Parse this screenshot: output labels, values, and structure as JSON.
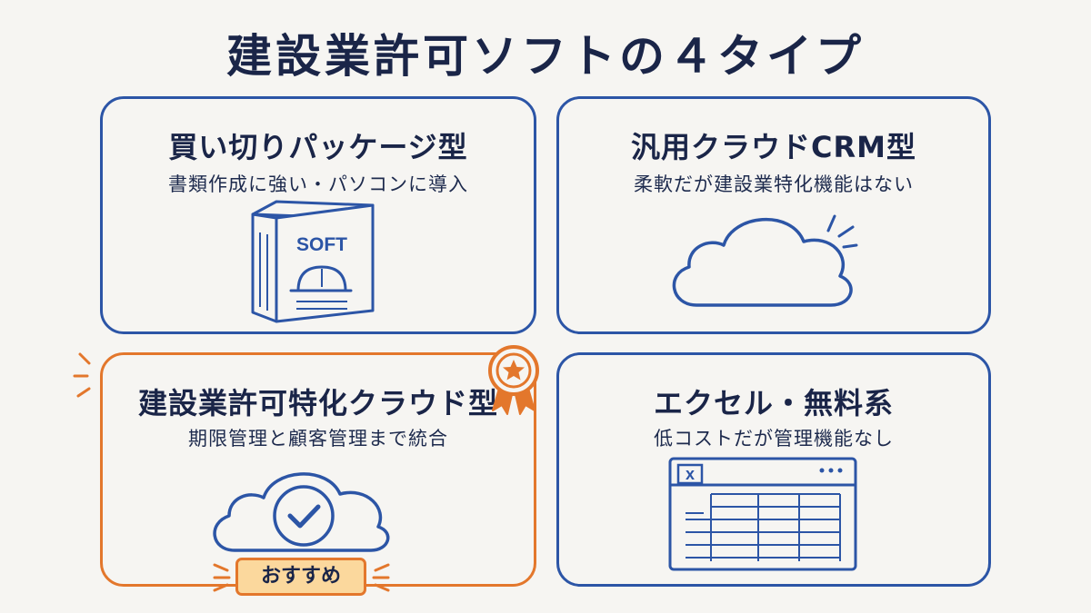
{
  "title": "建設業許可ソフトの４タイプ",
  "colors": {
    "accent_blue": "#2c55a6",
    "accent_orange": "#e3772c",
    "badge_fill": "#fbd89d",
    "text_dark": "#1a2548",
    "background": "#f6f5f2"
  },
  "cards": [
    {
      "title": "買い切りパッケージ型",
      "subtitle": "書類作成に強い・パソコンに導入",
      "illustration": "software-box-icon",
      "box_label": "SOFT"
    },
    {
      "title": "汎用クラウドCRM型",
      "subtitle": "柔軟だが建設業特化機能はない",
      "illustration": "cloud-icon"
    },
    {
      "title": "建設業許可特化クラウド型",
      "subtitle": "期限管理と顧客管理まで統合",
      "illustration": "cloud-check-icon",
      "featured": true,
      "badge": "おすすめ",
      "ribbon_icon": "star-ribbon-icon"
    },
    {
      "title": "エクセル・無料系",
      "subtitle": "低コストだが管理機能なし",
      "illustration": "spreadsheet-icon",
      "window_icon": "x"
    }
  ]
}
